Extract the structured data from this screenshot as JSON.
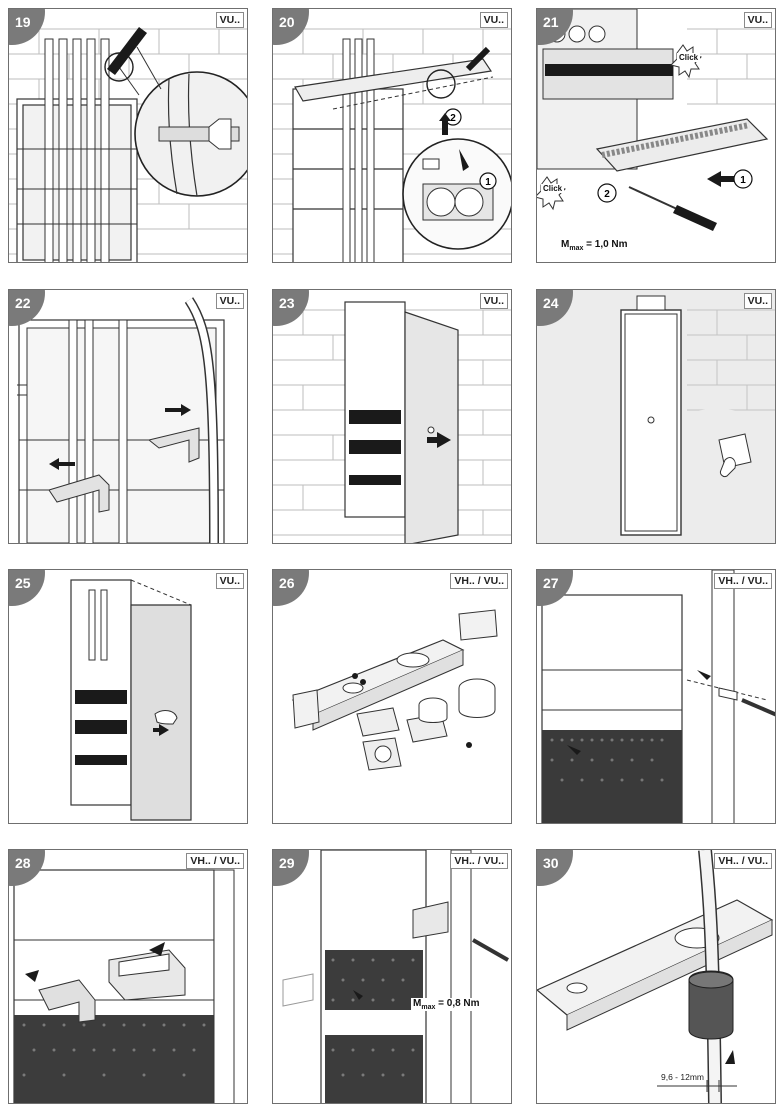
{
  "panels": [
    {
      "number": "19",
      "tag": "VU.."
    },
    {
      "number": "20",
      "tag": "VU.."
    },
    {
      "number": "21",
      "tag": "VU..",
      "torque": {
        "m": "M",
        "sub": "max",
        "value": " = 1,0 Nm"
      },
      "click_a": "Click",
      "click_b": "Click",
      "step1": "1",
      "step2": "2"
    },
    {
      "number": "22",
      "tag": "VU.."
    },
    {
      "number": "23",
      "tag": "VU.."
    },
    {
      "number": "24",
      "tag": "VU.."
    },
    {
      "number": "25",
      "tag": "VU.."
    },
    {
      "number": "26",
      "tag": "VH.. / VU.."
    },
    {
      "number": "27",
      "tag": "VH.. / VU.."
    },
    {
      "number": "28",
      "tag": "VH.. / VU.."
    },
    {
      "number": "29",
      "tag": "VH.. / VU..",
      "torque": {
        "m": "M",
        "sub": "max",
        "value": " = 0,8 Nm"
      }
    },
    {
      "number": "30",
      "tag": "VH.. / VU..",
      "dimension": "9,6 - 12mm"
    }
  ],
  "icons": {
    "step_marker": "circled-number-icon",
    "direction": "arrow-icon",
    "screwdriver": "screwdriver-icon",
    "hand": "hand-icon"
  },
  "colors": {
    "badge": "#7a7a7a",
    "border": "#6f6f6f",
    "line": "#3a3a3a",
    "fill": "#e9e9e9",
    "dark": "#1a1a1a"
  }
}
